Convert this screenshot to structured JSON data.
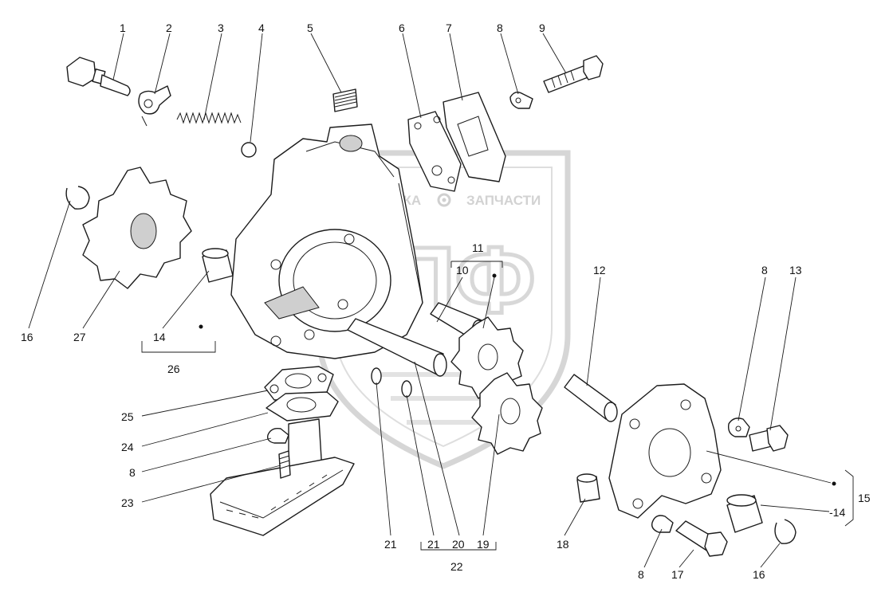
{
  "watermark": {
    "line1_left": "ТЕХНИКА",
    "line1_right": "ЗАПЧАСТИ",
    "logo": "ЭПФ",
    "gear_icon": "gear-icon",
    "color": "#d2d2d2"
  },
  "callouts": {
    "c1": "1",
    "c2": "2",
    "c3": "3",
    "c4": "4",
    "c5": "5",
    "c6": "6",
    "c7": "7",
    "c8a": "8",
    "c9": "9",
    "c10": "10",
    "c11": "11",
    "c12": "12",
    "c8b": "8",
    "c13": "13",
    "c16a": "16",
    "c27": "27",
    "c14a": "14",
    "c26": "26",
    "c25": "25",
    "c24": "24",
    "c8c": "8",
    "c23": "23",
    "c21a": "21",
    "c21b": "21",
    "c20": "20",
    "c19": "19",
    "c22": "22",
    "c18": "18",
    "c8d": "8",
    "c17": "17",
    "c16b": "16",
    "c15": "15",
    "c14b": "-14"
  }
}
